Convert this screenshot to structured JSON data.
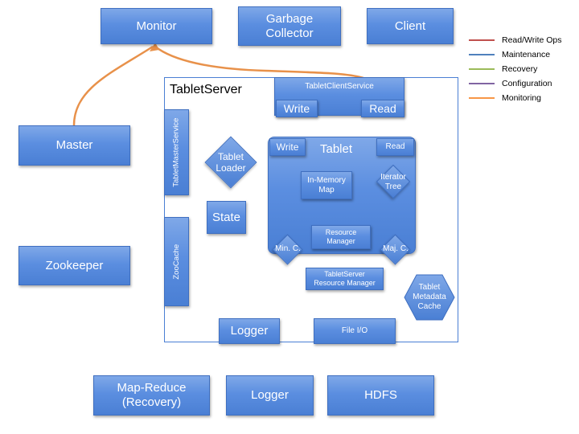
{
  "top": {
    "monitor": "Monitor",
    "garbage_collector": "Garbage\nCollector",
    "client": "Client"
  },
  "left": {
    "master": "Master",
    "zookeeper": "Zookeeper"
  },
  "bottom": {
    "mapreduce": "Map-Reduce\n(Recovery)",
    "logger": "Logger",
    "hdfs": "HDFS"
  },
  "tabletserver": {
    "title": "TabletServer",
    "client_service": "TabletClientService",
    "cs_write": "Write",
    "cs_read": "Read",
    "master_service": "TabletMasterService",
    "zoocache": "ZooCache",
    "tablet_loader": "Tablet\nLoader",
    "state": "State",
    "logger": "Logger",
    "file_io": "File I/O",
    "resource_manager": "TabletServer\nResource Manager",
    "metadata_cache": "Tablet\nMetadata\nCache"
  },
  "tablet": {
    "title": "Tablet",
    "write": "Write",
    "read": "Read",
    "in_memory_map": "In-Memory\nMap",
    "iterator_tree": "Iterator\nTree",
    "resource_manager": "Resource\nManager",
    "minc": "Min. C.",
    "majc": "Maj. C."
  },
  "legend": [
    {
      "label": "Read/Write Ops",
      "color": "#c0504d"
    },
    {
      "label": "Maintenance",
      "color": "#4f81bd"
    },
    {
      "label": "Recovery",
      "color": "#9bbb59"
    },
    {
      "label": "Configuration",
      "color": "#8064a2"
    },
    {
      "label": "Monitoring",
      "color": "#f79646"
    }
  ]
}
